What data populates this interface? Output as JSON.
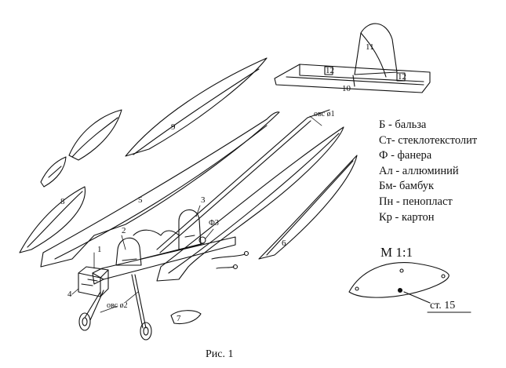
{
  "parts": {
    "p1": "1",
    "p2": "2",
    "p3": "3",
    "p4": "4",
    "p5": "5",
    "p6": "6",
    "p7": "7",
    "p8": "8",
    "p9": "9",
    "p10": "10",
    "p11": "11",
    "p12a": "12",
    "p12b": "12"
  },
  "annotations": {
    "wire_top": "овс ø1",
    "wire_wheel": "овс ø2",
    "plywood3": "Ф3"
  },
  "legend": [
    "Б - бальза",
    "Ст- стеклотекстолит",
    "Ф - фанера",
    "Ал - аллюминий",
    "Бм- бамбук",
    "Пн - пенопласт",
    "Кр - картон"
  ],
  "scale": "М 1:1",
  "part_note": "ст. 15",
  "caption": "Рис. 1"
}
